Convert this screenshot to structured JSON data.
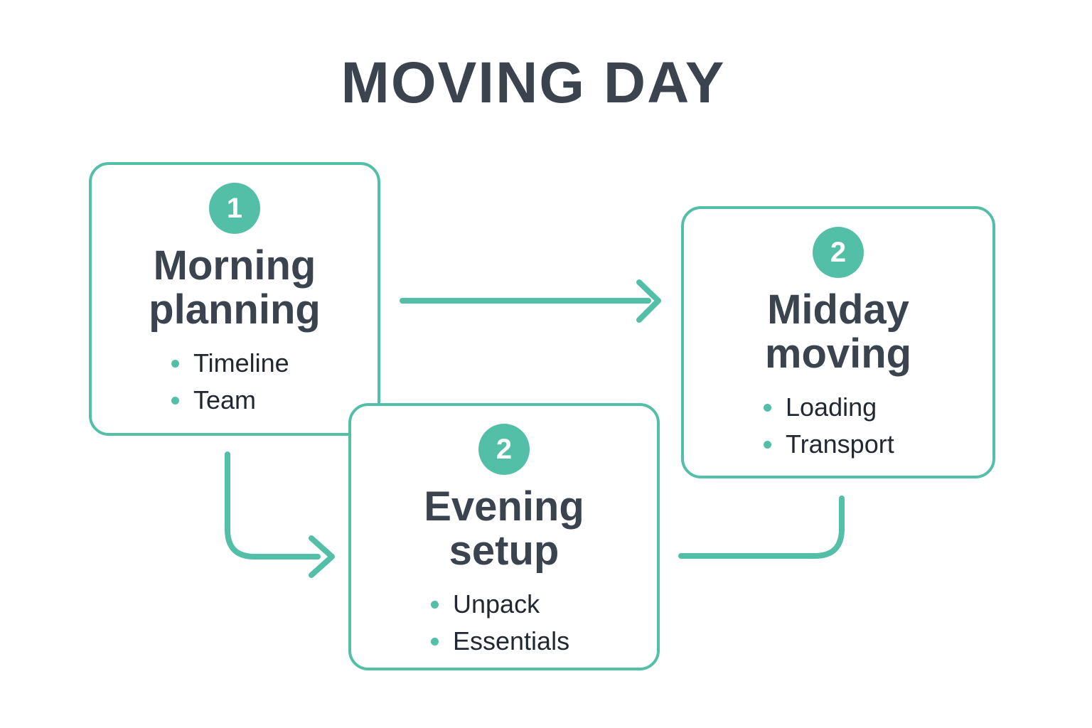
{
  "page_title": "MOVING DAY",
  "colors": {
    "accent": "#54bfa7",
    "heading": "#3a434e",
    "body_text": "#222831",
    "bg": "#ffffff",
    "badge_text": "#ffffff"
  },
  "steps": [
    {
      "badge": "1",
      "title": "Morning planning",
      "bullets": [
        "Timeline",
        "Team"
      ]
    },
    {
      "badge": "2",
      "title": "Midday moving",
      "bullets": [
        "Loading",
        "Transport"
      ]
    },
    {
      "badge": "2",
      "title": "Evening setup",
      "bullets": [
        "Unpack",
        "Essentials"
      ]
    }
  ],
  "connectors": [
    {
      "name": "arrow-step1-to-step2",
      "style": "arrow"
    },
    {
      "name": "arrow-step1-to-step3",
      "style": "arrow"
    },
    {
      "name": "connector-step3-to-step2",
      "style": "line"
    }
  ]
}
